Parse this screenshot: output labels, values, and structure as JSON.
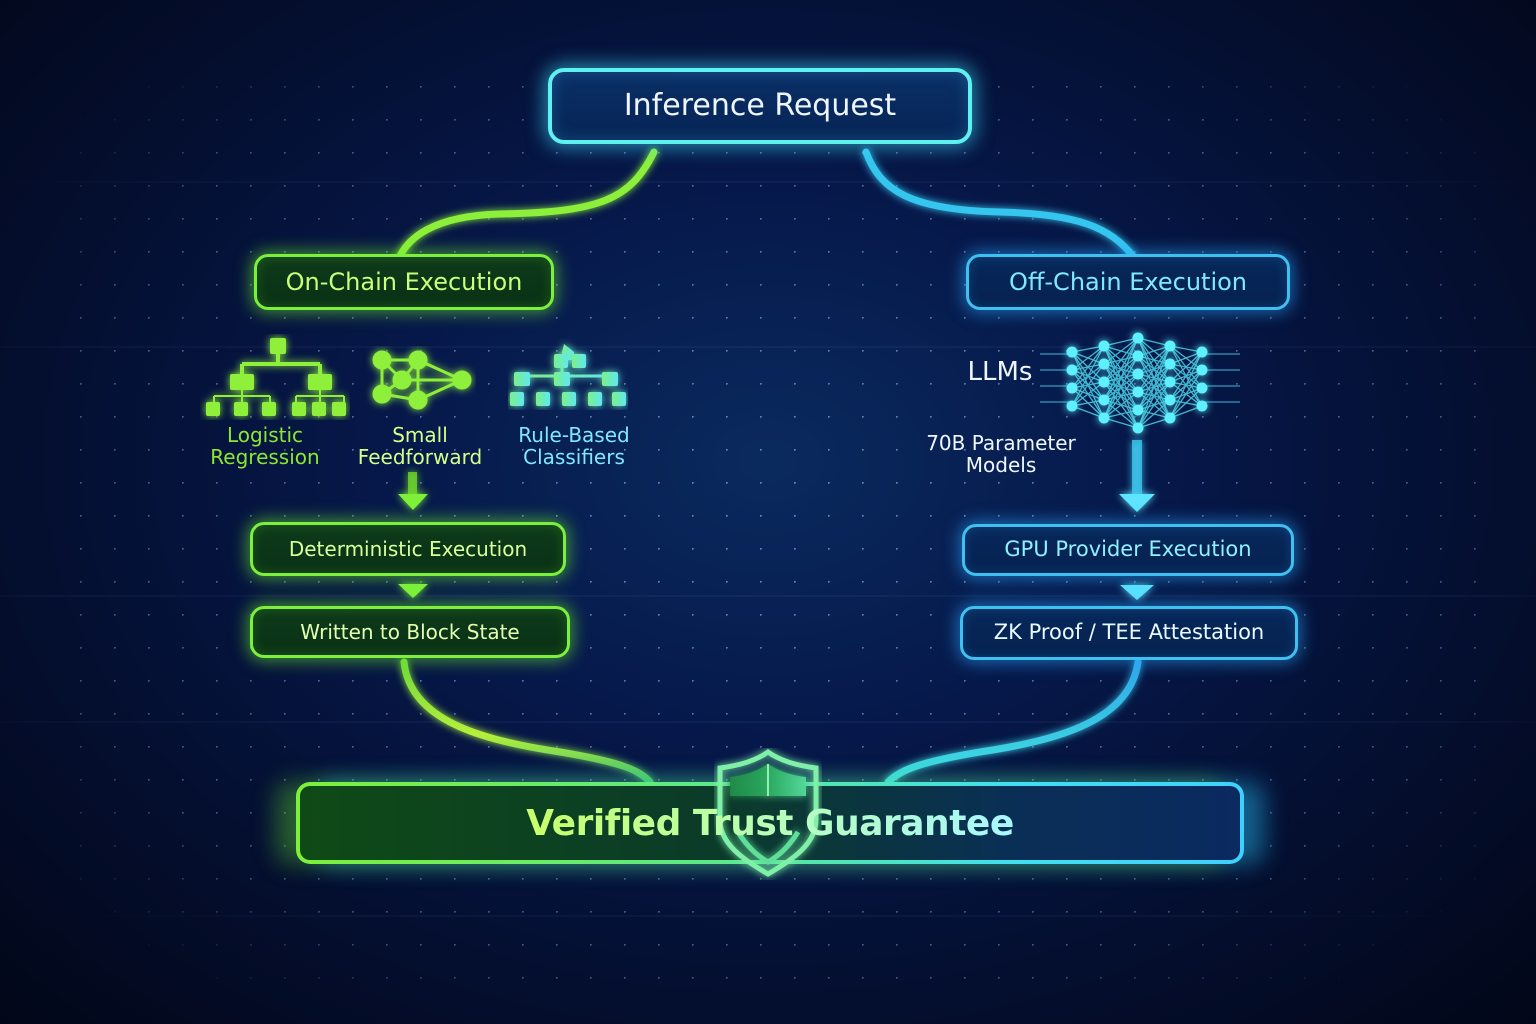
{
  "diagram": {
    "root": {
      "label": "Inference Request"
    },
    "branches": {
      "on_chain": {
        "label": "On-Chain Execution",
        "color": "#7cf03a",
        "models": [
          {
            "label_line1": "Logistic",
            "label_line2": "Regression",
            "icon": "tree-hierarchy-icon"
          },
          {
            "label_line1": "Small",
            "label_line2": "Feedforward",
            "icon": "graph-network-icon"
          },
          {
            "label_line1": "Rule-Based",
            "label_line2": "Classifiers",
            "icon": "rule-pyramid-icon"
          }
        ],
        "steps": [
          {
            "label": "Deterministic Execution"
          },
          {
            "label": "Written to Block State"
          }
        ]
      },
      "off_chain": {
        "label": "Off-Chain Execution",
        "color": "#3fc0f0",
        "model_title": "LLMs",
        "model_subtitle_line1": "70B Parameter",
        "model_subtitle_line2": "Models",
        "model_icon": "neural-network-icon",
        "steps": [
          {
            "label": "GPU Provider Execution"
          },
          {
            "label": "ZK Proof / TEE Attestation"
          }
        ]
      }
    },
    "result": {
      "label": "Verified Trust Guarantee",
      "icon": "shield-icon"
    },
    "colors": {
      "root_border": "#5ff0f0",
      "green_accent": "#7cf03a",
      "blue_accent": "#3fc0f0",
      "background": "#06184a"
    }
  }
}
